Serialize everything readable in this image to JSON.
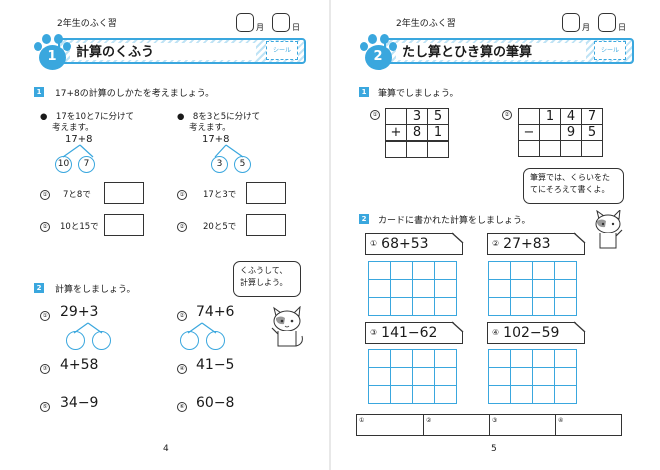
{
  "colors": {
    "accent": "#3aa7de",
    "ink": "#1a1a1a"
  },
  "left": {
    "subject": "2年生のふく習",
    "month": "月",
    "day": "日",
    "unit_number": "1",
    "title": "計算のくふう",
    "seal": "シール",
    "q1": {
      "number": "1",
      "instruction": "17+8の計算のしかたを考えましょう。",
      "a": {
        "text_line1": "●　17を10と7に分けて",
        "text_line2": "考えます。",
        "problem": "17+8",
        "split": [
          "10",
          "7"
        ],
        "steps": [
          {
            "num": "①",
            "text": "7と8で"
          },
          {
            "num": "②",
            "text": "10と15で"
          }
        ]
      },
      "b": {
        "text_line1": "●　8を3と5に分けて",
        "text_line2": "考えます。",
        "problem": "17+8",
        "split": [
          "3",
          "5"
        ],
        "steps": [
          {
            "num": "①",
            "text": "17と3で"
          },
          {
            "num": "②",
            "text": "20と5で"
          }
        ]
      }
    },
    "q2": {
      "number": "2",
      "instruction": "計算をしましょう。",
      "problems": [
        {
          "num": "①",
          "expr": "29+3"
        },
        {
          "num": "②",
          "expr": "74+6"
        },
        {
          "num": "③",
          "expr": "4+58"
        },
        {
          "num": "④",
          "expr": "41−5"
        },
        {
          "num": "⑤",
          "expr": "34−9"
        },
        {
          "num": "⑥",
          "expr": "60−8"
        }
      ],
      "bubble_line1": "くふうして、",
      "bubble_line2": "計算しよう。"
    },
    "page_number": "4"
  },
  "right": {
    "subject": "2年生のふく習",
    "month": "月",
    "day": "日",
    "unit_number": "2",
    "title": "たし算とひき算の筆算",
    "seal": "シール",
    "q1": {
      "number": "1",
      "instruction": "筆算でしましょう。",
      "p1": {
        "num": "①",
        "rows": [
          [
            "",
            "3",
            "5"
          ],
          [
            "+",
            "8",
            "1"
          ],
          [
            "",
            "",
            ""
          ]
        ]
      },
      "p2": {
        "num": "②",
        "rows": [
          [
            "",
            "1",
            "4",
            "7"
          ],
          [
            "−",
            "",
            "9",
            "5"
          ],
          [
            "",
            "",
            "",
            ""
          ]
        ]
      },
      "bubble_line1": "筆算では、くらいをた",
      "bubble_line2": "てにそろえて書くよ。"
    },
    "q2": {
      "number": "2",
      "instruction": "カードに書かれた計算をしましょう。",
      "cards": [
        {
          "num": "①",
          "expr": "68+53"
        },
        {
          "num": "②",
          "expr": "27+83"
        },
        {
          "num": "③",
          "expr": "141−62"
        },
        {
          "num": "④",
          "expr": "102−59"
        }
      ]
    },
    "answer_strip": [
      "①",
      "②",
      "③",
      "④"
    ],
    "page_number": "5"
  }
}
